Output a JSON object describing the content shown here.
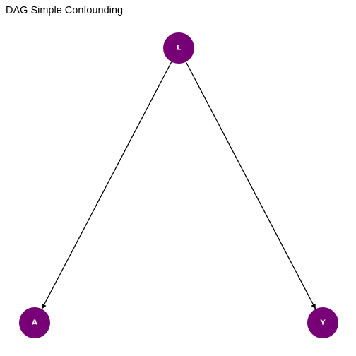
{
  "title": "DAG Simple Confounding",
  "colors": {
    "node_fill": "#770077",
    "node_text": "#ffffff",
    "edge": "#000000",
    "background": "#ffffff"
  },
  "nodes": [
    {
      "id": "L",
      "label": "L"
    },
    {
      "id": "A",
      "label": "A"
    },
    {
      "id": "Y",
      "label": "Y"
    }
  ],
  "edges": [
    {
      "from": "L",
      "to": "A"
    },
    {
      "from": "L",
      "to": "Y"
    }
  ]
}
